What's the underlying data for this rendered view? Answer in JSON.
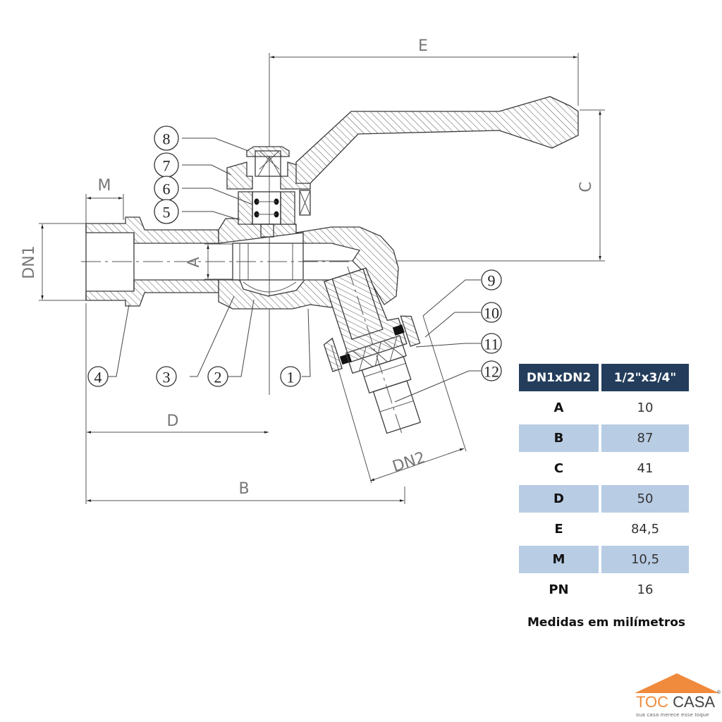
{
  "drawing": {
    "dimension_labels": {
      "E": "E",
      "C": "C",
      "M": "M",
      "DN1": "DN1",
      "A": "A",
      "D": "D",
      "B": "B",
      "DN2": "DN2"
    },
    "callouts": [
      "1",
      "2",
      "3",
      "4",
      "5",
      "6",
      "7",
      "8",
      "9",
      "10",
      "11",
      "12"
    ]
  },
  "table": {
    "header": {
      "key": "DN1xDN2",
      "value": "1/2\"x3/4\""
    },
    "rows": [
      {
        "key": "A",
        "value": "10",
        "shaded": false
      },
      {
        "key": "B",
        "value": "87",
        "shaded": true
      },
      {
        "key": "C",
        "value": "41",
        "shaded": false
      },
      {
        "key": "D",
        "value": "50",
        "shaded": true
      },
      {
        "key": "E",
        "value": "84,5",
        "shaded": false
      },
      {
        "key": "M",
        "value": "10,5",
        "shaded": true
      },
      {
        "key": "PN",
        "value": "16",
        "shaded": false
      }
    ]
  },
  "note": "Medidas em milímetros",
  "logo": {
    "brand_orange": "TOC",
    "brand_dark": "CASA",
    "registered": "®",
    "tagline": "sua casa merece esse toque"
  },
  "colors": {
    "header_bg": "#243d5c",
    "shaded_row": "#b8cce4",
    "logo_orange": "#f08a3c"
  }
}
